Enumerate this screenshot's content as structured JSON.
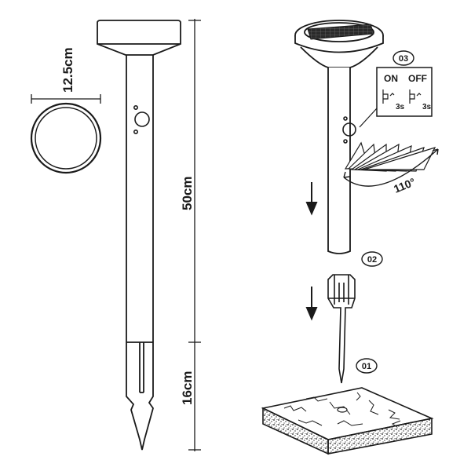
{
  "dimensions": {
    "diameter": "12.5cm",
    "body_length": "50cm",
    "stake_length": "16cm"
  },
  "steps": {
    "step1": "01",
    "step2": "02",
    "step3": "03"
  },
  "switch": {
    "on_label": "ON",
    "off_label": "OFF",
    "on_time": "3s",
    "off_time": "3s"
  },
  "sensor": {
    "angle": "110°"
  },
  "colors": {
    "line": "#1a1a1a"
  }
}
